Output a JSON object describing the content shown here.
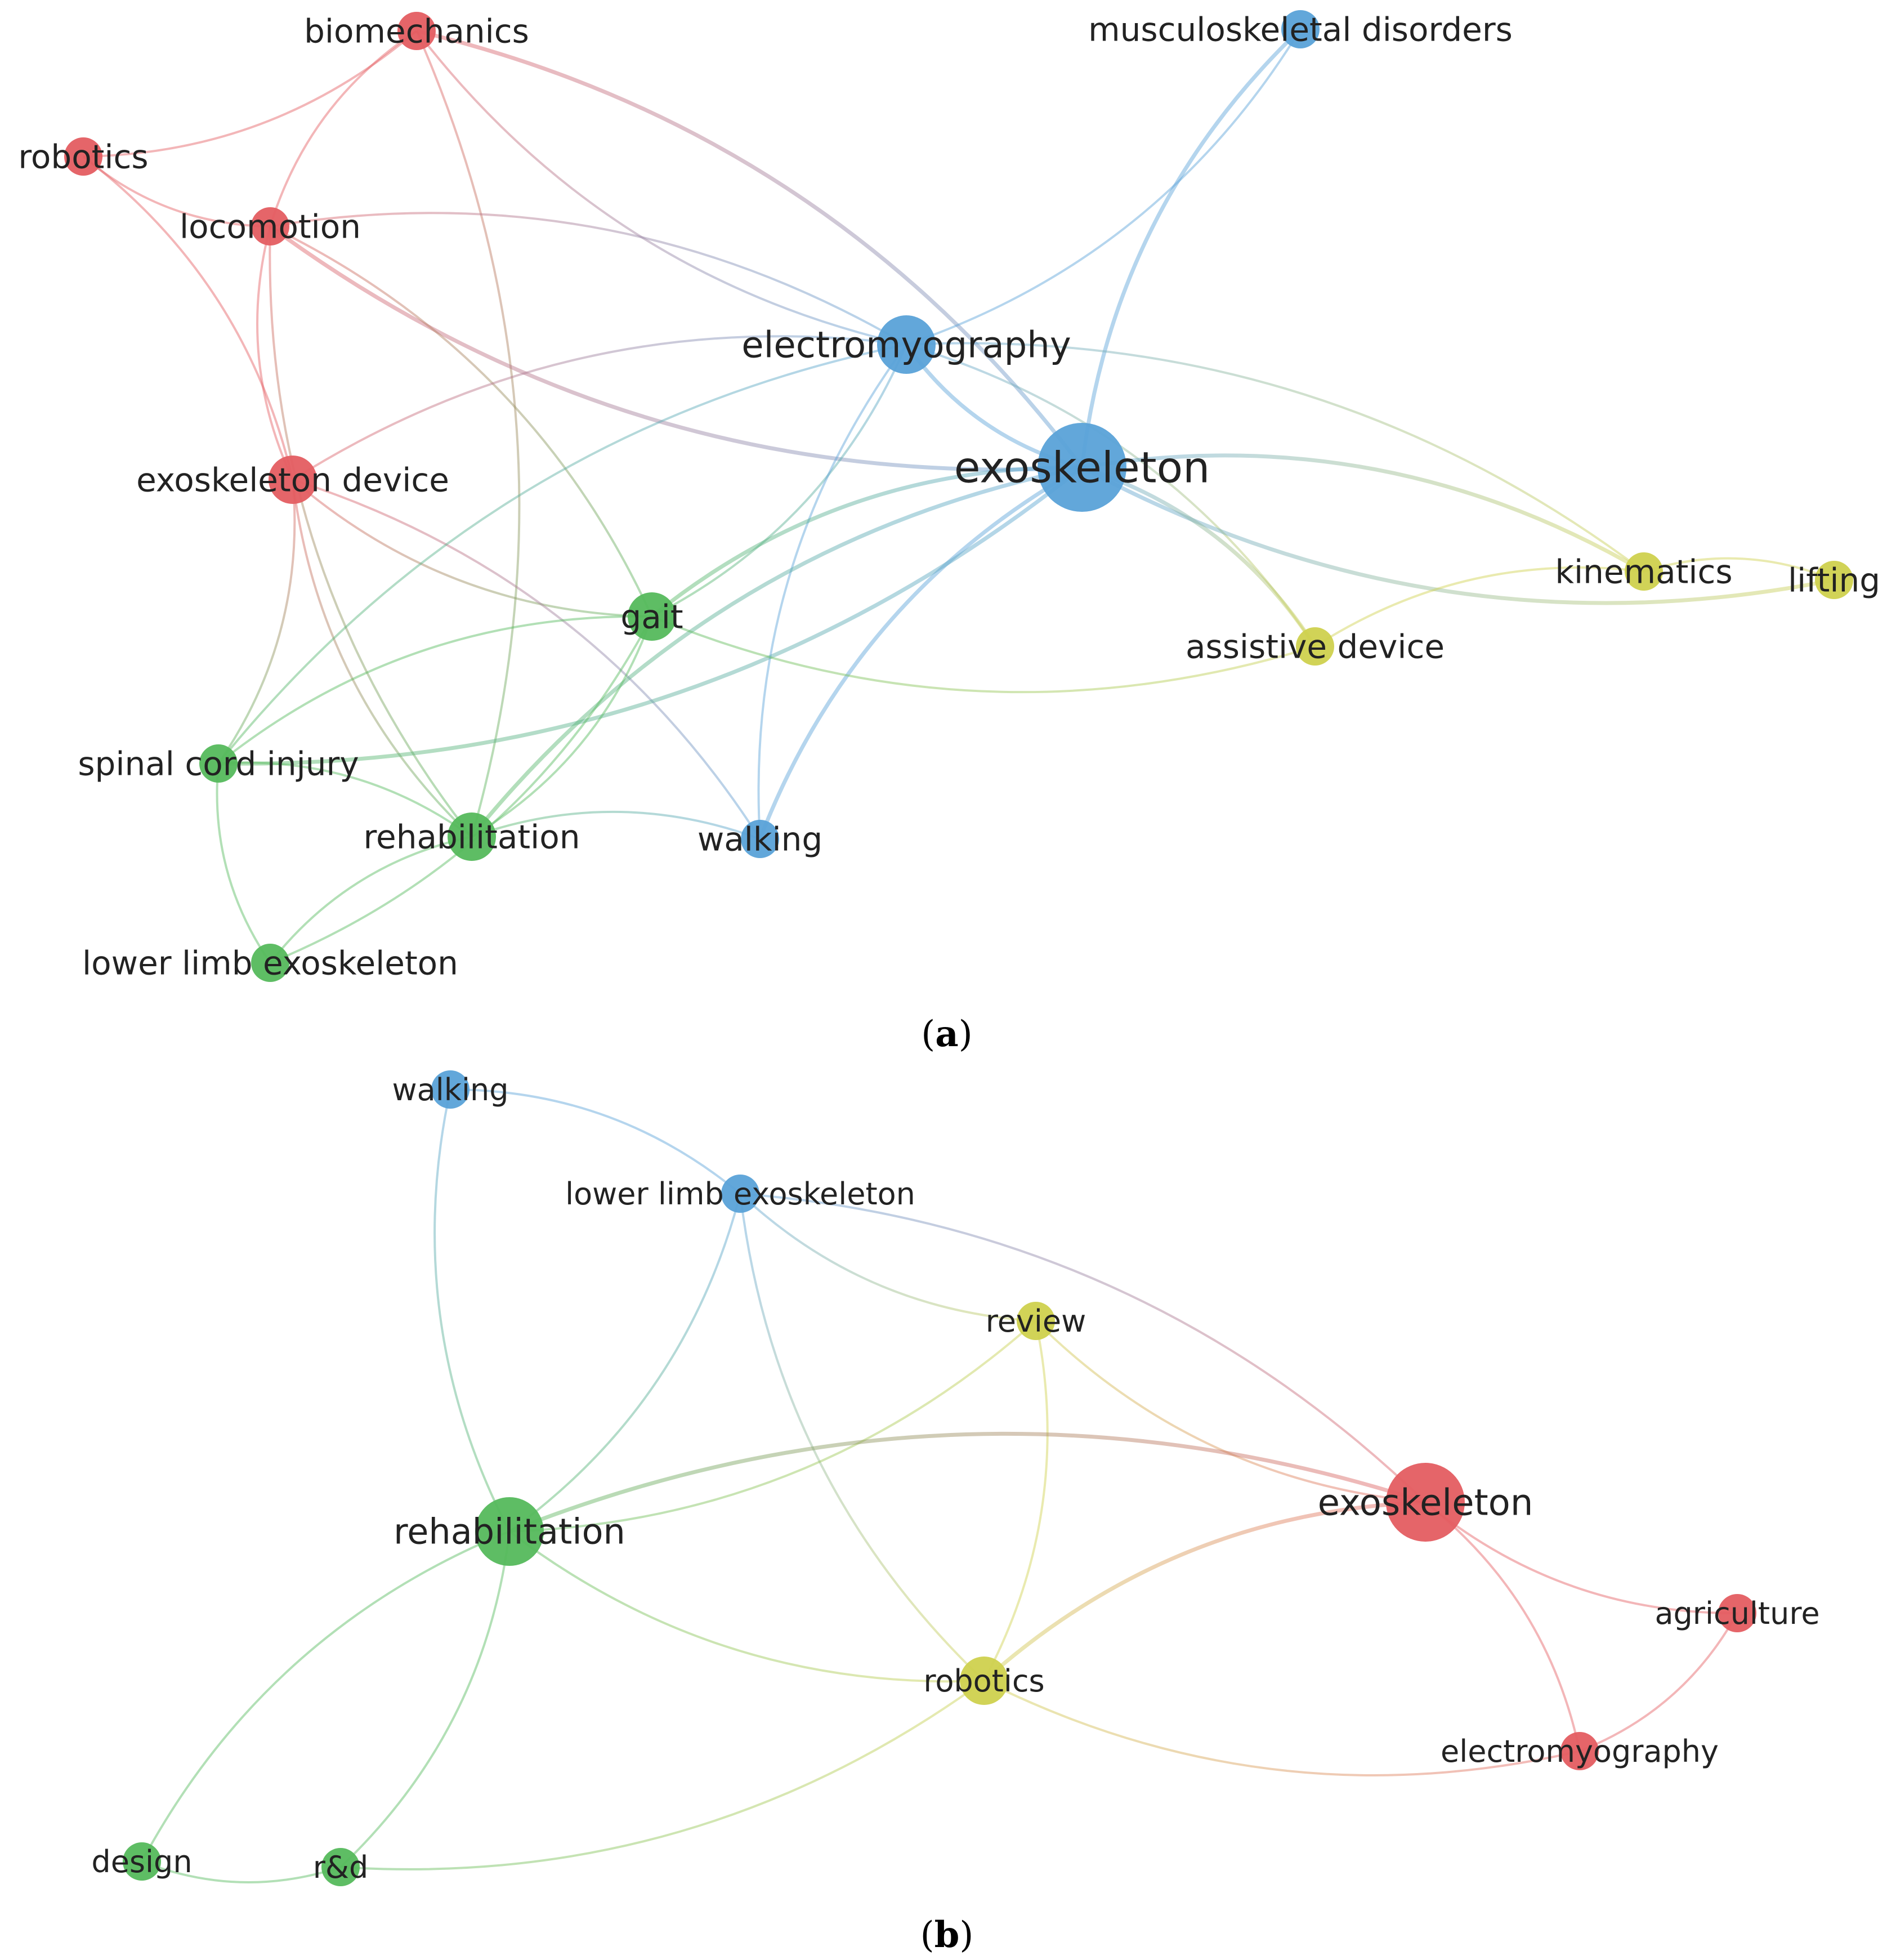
{
  "colors": {
    "red": "#e45d61",
    "blue": "#5aa2d8",
    "green": "#55b95c",
    "yellow": "#cfd14e",
    "label": "#222222"
  },
  "networks": [
    {
      "id": "a",
      "caption": "a",
      "nodes": [
        {
          "id": "biomechanics",
          "label": "biomechanics",
          "cluster": "red",
          "weight": 2
        },
        {
          "id": "robotics",
          "label": "robotics",
          "cluster": "red",
          "weight": 2
        },
        {
          "id": "locomotion",
          "label": "locomotion",
          "cluster": "red",
          "weight": 2
        },
        {
          "id": "exoskeleton_device",
          "label": "exoskeleton device",
          "cluster": "red",
          "weight": 3
        },
        {
          "id": "musculoskeletal",
          "label": "musculoskeletal disorders",
          "cluster": "blue",
          "weight": 2
        },
        {
          "id": "electromyography",
          "label": "electromyography",
          "cluster": "blue",
          "weight": 4
        },
        {
          "id": "exoskeleton",
          "label": "exoskeleton",
          "cluster": "blue",
          "weight": 7
        },
        {
          "id": "walking",
          "label": "walking",
          "cluster": "blue",
          "weight": 2
        },
        {
          "id": "gait",
          "label": "gait",
          "cluster": "green",
          "weight": 3
        },
        {
          "id": "spinal_cord_injury",
          "label": "spinal cord injury",
          "cluster": "green",
          "weight": 2
        },
        {
          "id": "rehabilitation",
          "label": "rehabilitation",
          "cluster": "green",
          "weight": 3
        },
        {
          "id": "lower_limb",
          "label": "lower limb exoskeleton",
          "cluster": "green",
          "weight": 2
        },
        {
          "id": "kinematics",
          "label": "kinematics",
          "cluster": "yellow",
          "weight": 2
        },
        {
          "id": "lifting",
          "label": "lifting",
          "cluster": "yellow",
          "weight": 2
        },
        {
          "id": "assistive_device",
          "label": "assistive device",
          "cluster": "yellow",
          "weight": 2
        }
      ],
      "links": [
        [
          "biomechanics",
          "robotics"
        ],
        [
          "biomechanics",
          "locomotion"
        ],
        [
          "biomechanics",
          "exoskeleton"
        ],
        [
          "biomechanics",
          "electromyography"
        ],
        [
          "biomechanics",
          "rehabilitation"
        ],
        [
          "robotics",
          "locomotion"
        ],
        [
          "robotics",
          "exoskeleton_device"
        ],
        [
          "locomotion",
          "exoskeleton_device"
        ],
        [
          "locomotion",
          "electromyography"
        ],
        [
          "locomotion",
          "exoskeleton"
        ],
        [
          "locomotion",
          "gait"
        ],
        [
          "locomotion",
          "rehabilitation"
        ],
        [
          "exoskeleton_device",
          "electromyography"
        ],
        [
          "exoskeleton_device",
          "gait"
        ],
        [
          "exoskeleton_device",
          "spinal_cord_injury"
        ],
        [
          "exoskeleton_device",
          "rehabilitation"
        ],
        [
          "exoskeleton_device",
          "walking"
        ],
        [
          "musculoskeletal",
          "exoskeleton"
        ],
        [
          "musculoskeletal",
          "electromyography"
        ],
        [
          "electromyography",
          "exoskeleton"
        ],
        [
          "electromyography",
          "gait"
        ],
        [
          "electromyography",
          "walking"
        ],
        [
          "electromyography",
          "kinematics"
        ],
        [
          "electromyography",
          "spinal_cord_injury"
        ],
        [
          "electromyography",
          "assistive_device"
        ],
        [
          "exoskeleton",
          "gait"
        ],
        [
          "exoskeleton",
          "kinematics"
        ],
        [
          "exoskeleton",
          "lifting"
        ],
        [
          "exoskeleton",
          "assistive_device"
        ],
        [
          "exoskeleton",
          "walking"
        ],
        [
          "exoskeleton",
          "spinal_cord_injury"
        ],
        [
          "exoskeleton",
          "rehabilitation"
        ],
        [
          "gait",
          "rehabilitation"
        ],
        [
          "gait",
          "spinal_cord_injury"
        ],
        [
          "gait",
          "lower_limb"
        ],
        [
          "gait",
          "assistive_device"
        ],
        [
          "spinal_cord_injury",
          "rehabilitation"
        ],
        [
          "spinal_cord_injury",
          "lower_limb"
        ],
        [
          "rehabilitation",
          "walking"
        ],
        [
          "rehabilitation",
          "lower_limb"
        ],
        [
          "kinematics",
          "lifting"
        ],
        [
          "kinematics",
          "assistive_device"
        ]
      ]
    },
    {
      "id": "b",
      "caption": "b",
      "nodes": [
        {
          "id": "walking",
          "label": "walking",
          "cluster": "blue",
          "weight": 2
        },
        {
          "id": "lower_limb",
          "label": "lower limb exoskeleton",
          "cluster": "blue",
          "weight": 2
        },
        {
          "id": "review",
          "label": "review",
          "cluster": "yellow",
          "weight": 2
        },
        {
          "id": "rehabilitation",
          "label": "rehabilitation",
          "cluster": "green",
          "weight": 5
        },
        {
          "id": "exoskeleton",
          "label": "exoskeleton",
          "cluster": "red",
          "weight": 6
        },
        {
          "id": "agriculture",
          "label": "agriculture",
          "cluster": "red",
          "weight": 2
        },
        {
          "id": "robotics",
          "label": "robotics",
          "cluster": "yellow",
          "weight": 3
        },
        {
          "id": "electromyography",
          "label": "electromyography",
          "cluster": "red",
          "weight": 2
        },
        {
          "id": "design",
          "label": "design",
          "cluster": "green",
          "weight": 2
        },
        {
          "id": "rd",
          "label": "r&d",
          "cluster": "green",
          "weight": 2
        }
      ],
      "links": [
        [
          "walking",
          "lower_limb"
        ],
        [
          "walking",
          "rehabilitation"
        ],
        [
          "lower_limb",
          "rehabilitation"
        ],
        [
          "lower_limb",
          "review"
        ],
        [
          "lower_limb",
          "exoskeleton"
        ],
        [
          "lower_limb",
          "robotics"
        ],
        [
          "review",
          "rehabilitation"
        ],
        [
          "review",
          "exoskeleton"
        ],
        [
          "review",
          "robotics"
        ],
        [
          "rehabilitation",
          "robotics"
        ],
        [
          "rehabilitation",
          "exoskeleton"
        ],
        [
          "rehabilitation",
          "design"
        ],
        [
          "rehabilitation",
          "rd"
        ],
        [
          "exoskeleton",
          "agriculture"
        ],
        [
          "exoskeleton",
          "electromyography"
        ],
        [
          "exoskeleton",
          "robotics"
        ],
        [
          "agriculture",
          "electromyography"
        ],
        [
          "robotics",
          "electromyography"
        ],
        [
          "robotics",
          "rd"
        ],
        [
          "design",
          "rd"
        ]
      ]
    }
  ]
}
